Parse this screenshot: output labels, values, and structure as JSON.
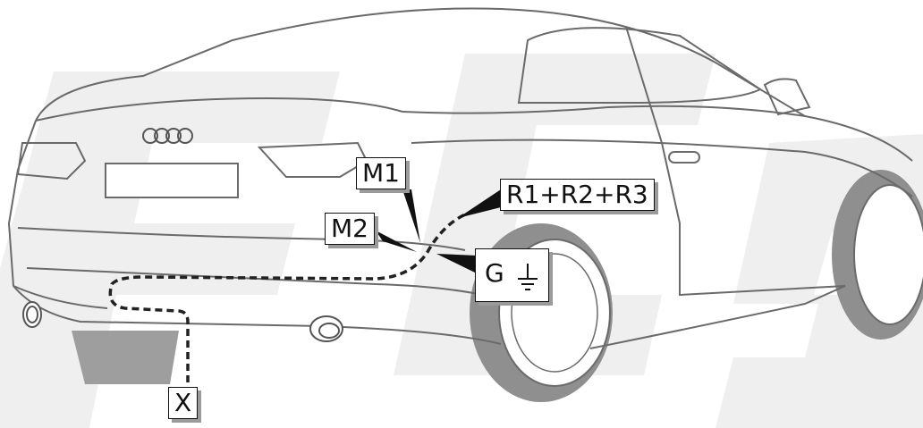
{
  "diagram": {
    "labels": {
      "m1": "M1",
      "m2": "M2",
      "r": "R1+R2+R3",
      "g": "G",
      "x": "X"
    },
    "ground_icon": "ground-symbol-icon",
    "colors": {
      "background_letters": "#efefef",
      "car_outline": "#6a6a6a",
      "tire": "#9a9a9a",
      "wiring": "#222222",
      "callout_shadow": "#9a9a9a"
    }
  }
}
